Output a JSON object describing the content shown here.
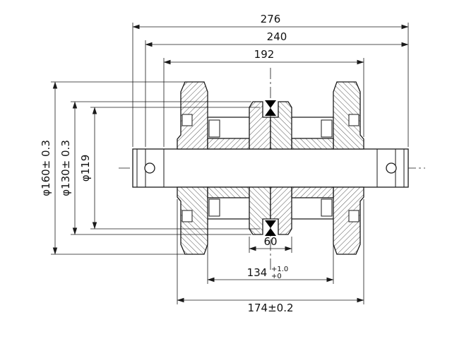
{
  "drawing": {
    "background": "#ffffff",
    "line_color": "#1a1a1a",
    "hatch_color": "#444444",
    "dimensions": {
      "top": [
        "276",
        "240",
        "192"
      ],
      "left": [
        "φ160± 0.3",
        "φ130± 0.3",
        "φ119"
      ],
      "bottom_inner": "60",
      "bottom_mid": {
        "value": "134",
        "tol_upper": "+1.0",
        "tol_lower": "+0"
      },
      "bottom_outer": "174±0.2"
    }
  }
}
